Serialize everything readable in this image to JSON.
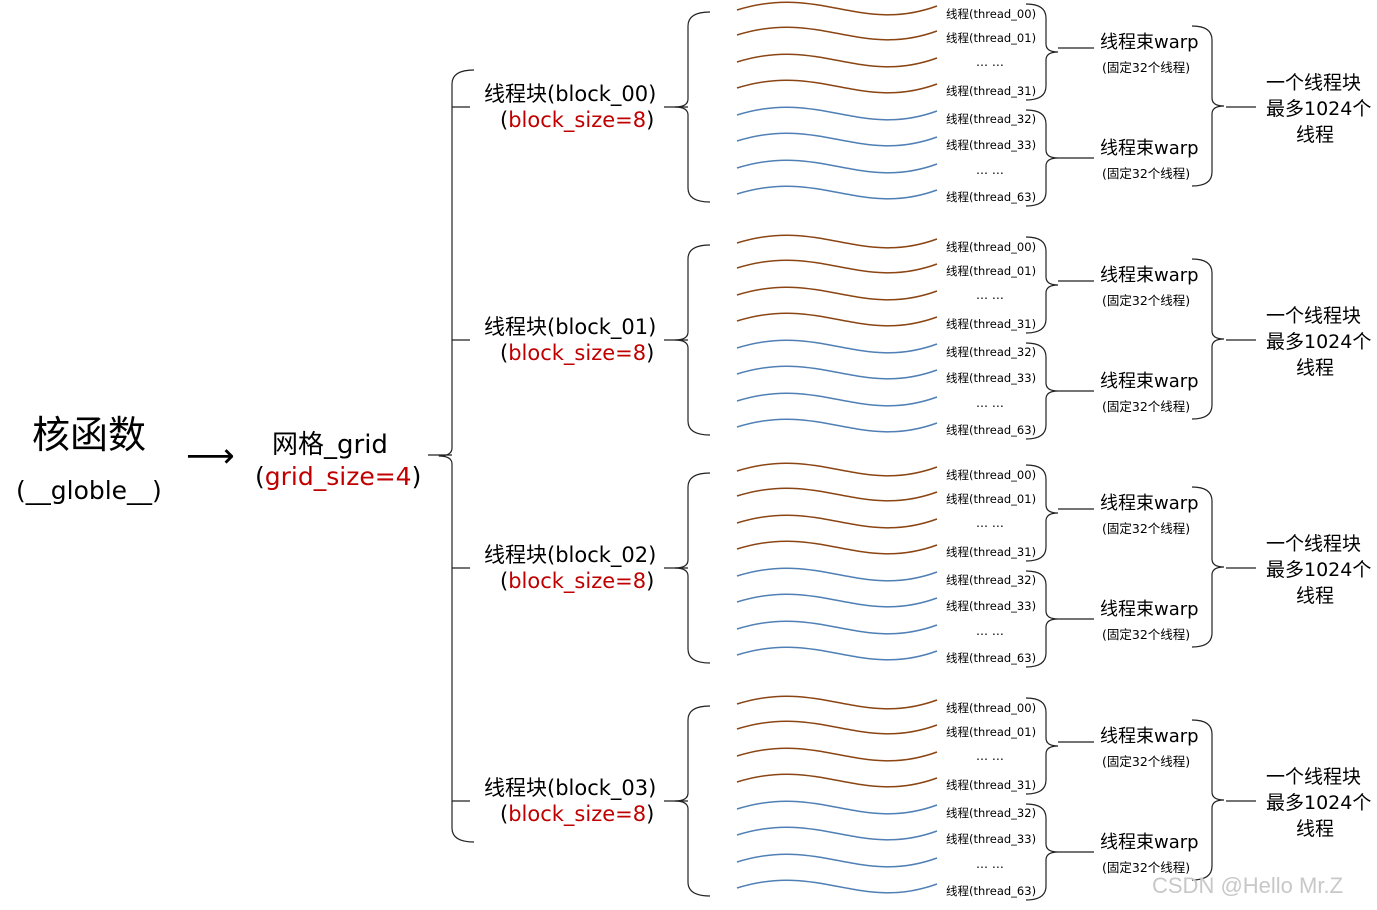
{
  "kernel": {
    "title": "核函数",
    "subtitle": "(__globle__)"
  },
  "arrow": "⟶",
  "grid": {
    "title": "网格_grid",
    "sub_open": "(",
    "sub_value": "grid_size=4",
    "sub_close": ")"
  },
  "block_sub": {
    "open": "(",
    "value": "block_size=8",
    "close": ")"
  },
  "blocks": [
    {
      "title": "线程块(block_00)"
    },
    {
      "title": "线程块(block_01)"
    },
    {
      "title": "线程块(block_02)"
    },
    {
      "title": "线程块(block_03)"
    }
  ],
  "thread_labels": [
    "线程(thread_00)",
    "线程(thread_01)",
    "线程(thread_31)",
    "线程(thread_32)",
    "线程(thread_33)",
    "线程(thread_63)"
  ],
  "ellipsis": "… …",
  "warp": {
    "title": "线程束warp",
    "sub": "(固定32个线程)"
  },
  "max_note": [
    "一个线程块",
    "最多1024个",
    "线程"
  ],
  "colors": {
    "first_warp_wave": "#8B4513",
    "second_warp_wave": "#4F7FB5",
    "size_highlight": "#c00000"
  },
  "watermark": "CSDN @Hello Mr.Z"
}
